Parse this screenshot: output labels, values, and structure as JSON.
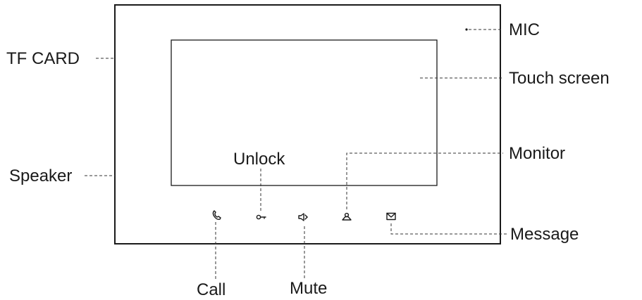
{
  "labels": {
    "tf_card": "TF CARD",
    "speaker": "Speaker",
    "mic": "MIC",
    "touch_screen": "Touch screen",
    "monitor": "Monitor",
    "message": "Message",
    "unlock": "Unlock",
    "call": "Call",
    "mute": "Mute"
  },
  "icons": [
    "phone-icon",
    "key-icon",
    "speaker-mute-icon",
    "person-icon",
    "envelope-icon"
  ],
  "colors": {
    "line": "#1a1a1a",
    "background": "#ffffff"
  }
}
